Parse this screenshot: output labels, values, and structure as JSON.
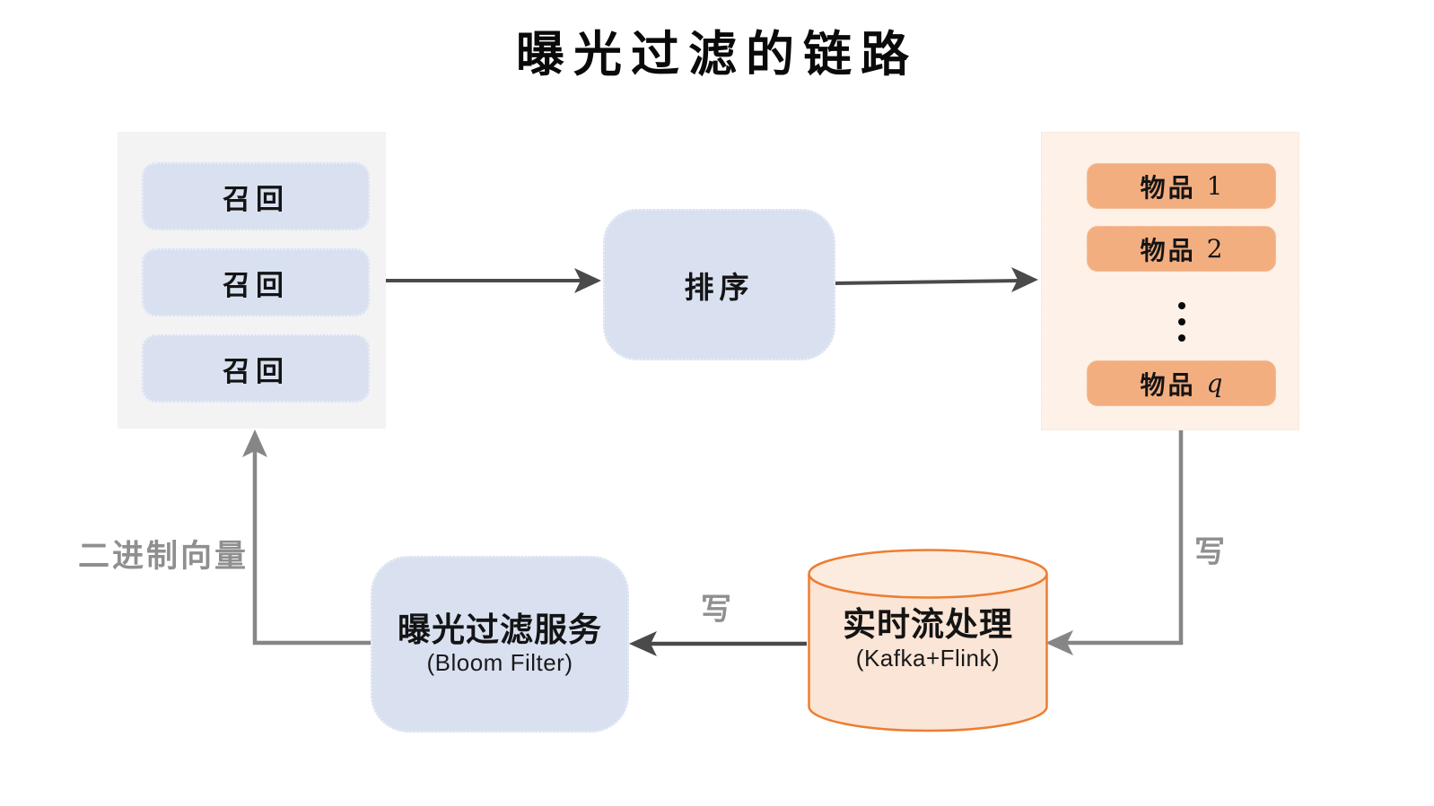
{
  "title": "曝光过滤的链路",
  "recall_panel": {
    "boxes": [
      {
        "label": "召回"
      },
      {
        "label": "召回"
      },
      {
        "label": "召回"
      }
    ]
  },
  "ranking": {
    "label": "排序"
  },
  "items_panel": {
    "items": [
      {
        "prefix": "物品",
        "suffix": "1"
      },
      {
        "prefix": "物品",
        "suffix": "2"
      },
      {
        "prefix": "物品",
        "suffix": "q"
      }
    ]
  },
  "stream_processor": {
    "title": "实时流处理",
    "subtitle": "(Kafka+Flink)"
  },
  "filter_service": {
    "title": "曝光过滤服务",
    "subtitle": "(Bloom Filter)"
  },
  "labels": {
    "write_to_stream": "写",
    "write_to_filter": "写",
    "binary_vector": "二进制向量"
  },
  "colors": {
    "blue_box": "#d9e1f1",
    "gray_panel": "#f3f3f4",
    "orange_panel": "#fdf1e8",
    "orange_box": "#f3ae80",
    "cylinder_fill": "#fbe5d6",
    "cylinder_top_fill": "#fcecdf",
    "cylinder_stroke": "#ed7d31",
    "dark_arrow": "#4a4a4a",
    "gray_connector": "#868686",
    "gray_label": "#8f8f8f",
    "text": "#141414"
  }
}
